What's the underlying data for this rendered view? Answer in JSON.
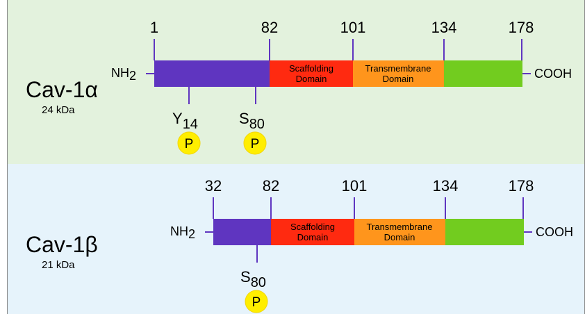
{
  "colors": {
    "top_background": "#e3f2dd",
    "bottom_background": "#e6f3fb",
    "n_terminal_segment": "#5f35c0",
    "scaffolding_domain": "#ff2a10",
    "transmembrane_domain": "#ff951c",
    "c_terminal_segment": "#72cc1f",
    "phospho_marker": "#ffee00"
  },
  "isoforms": [
    {
      "name": "Cav-1α",
      "mass": "24 kDa",
      "n_term": "NH",
      "n_term_sub": "2",
      "c_term": "COOH",
      "positions": [
        "1",
        "82",
        "101",
        "134",
        "178"
      ],
      "domains": {
        "scaffolding": [
          "Scaffolding",
          "Domain"
        ],
        "transmembrane": [
          "Transmembrane",
          "Domain"
        ]
      },
      "sites": [
        {
          "residue": "Y",
          "number": "14",
          "mark": "P"
        },
        {
          "residue": "S",
          "number": "80",
          "mark": "P"
        }
      ]
    },
    {
      "name": "Cav-1β",
      "mass": "21 kDa",
      "n_term": "NH",
      "n_term_sub": "2",
      "c_term": "COOH",
      "positions": [
        "32",
        "82",
        "101",
        "134",
        "178"
      ],
      "domains": {
        "scaffolding": [
          "Scaffolding",
          "Domain"
        ],
        "transmembrane": [
          "Transmembrane",
          "Domain"
        ]
      },
      "sites": [
        {
          "residue": "S",
          "number": "80",
          "mark": "P"
        }
      ]
    }
  ]
}
